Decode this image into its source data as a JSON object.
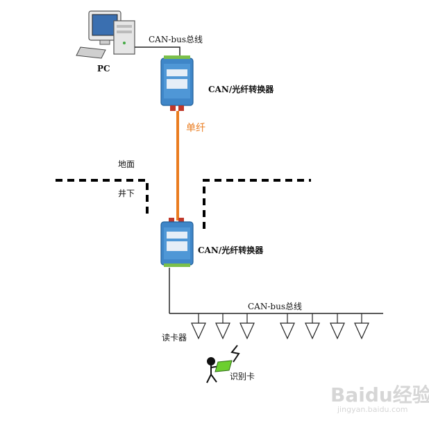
{
  "labels": {
    "pc": "PC",
    "top_bus": "CAN-bus总线",
    "top_converter": "CAN/光纤转换器",
    "fiber": "单纤",
    "ground": "地面",
    "underground": "井下",
    "bottom_converter": "CAN/光纤转换器",
    "bottom_bus": "CAN-bus总线",
    "card_reader": "读卡器",
    "id_card": "识别卡"
  },
  "watermark": {
    "brand": "Baidu经验",
    "url": "jingyan.baidu.com"
  },
  "colors": {
    "fiber": "#ea7c1f",
    "device": "#3f86c8",
    "device_dark": "#1f5f9a",
    "card": "#6ccf2e",
    "spark": "#111111"
  },
  "card_reader_count": 7
}
